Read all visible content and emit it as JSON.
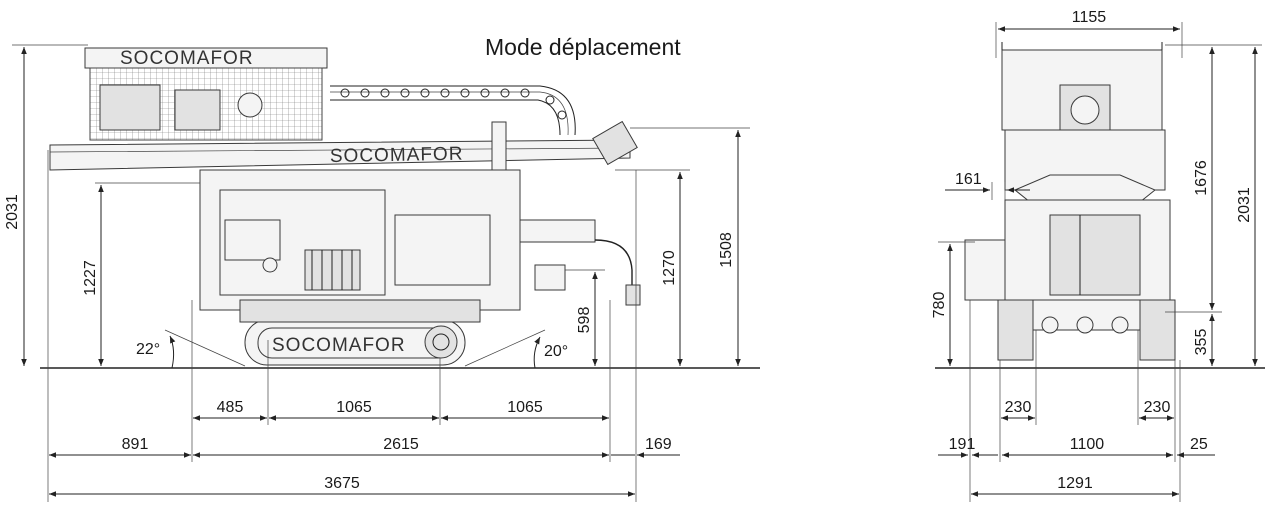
{
  "title": "Mode déplacement",
  "side_view": {
    "brand_text": "SOCOMAFOR",
    "mast_text": "SOCOMAFOR",
    "dimensions": {
      "total_height": "2031",
      "height_1227": "1227",
      "height_1270": "1270",
      "height_1508": "1508",
      "height_598": "598",
      "angle_rear": "22°",
      "angle_front": "20°",
      "track_485": "485",
      "track_1065_a": "1065",
      "track_1065_b": "1065",
      "overhang_rear": "891",
      "track_length": "2615",
      "overhang_front": "169",
      "total_length": "3675"
    }
  },
  "front_view": {
    "dimensions": {
      "top_width": "1155",
      "height_1676": "1676",
      "height_2031": "2031",
      "offset_161": "161",
      "height_780": "780",
      "height_355": "355",
      "track_230_left": "230",
      "track_230_right": "230",
      "offset_191": "191",
      "inner_1100": "1100",
      "offset_25": "25",
      "total_width": "1291"
    }
  }
}
